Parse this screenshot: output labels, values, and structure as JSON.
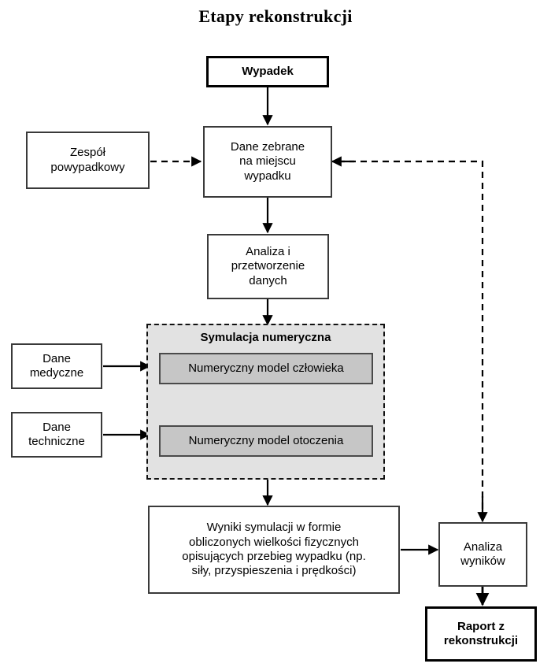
{
  "diagram": {
    "title": "Etapy rekonstrukcji",
    "nodes": {
      "wypadek": "Wypadek",
      "zespol": "Zespół\npowypadkowy",
      "dane_zebrane": "Dane zebrane\nna miejscu\nwypadku",
      "analiza_danych": "Analiza i\nprzetworzenie\ndanych",
      "symulacja_title": "Symulacja numeryczna",
      "model_czlowieka": "Numeryczny model człowieka",
      "model_otoczenia": "Numeryczny model otoczenia",
      "dane_medyczne": "Dane\nmedyczne",
      "dane_techniczne": "Dane\ntechniczne",
      "wyniki": "Wyniki symulacji w formie\nobliczonych wielkości fizycznych\nopisujących przebieg wypadku (np.\nsiły, przyspieszenia i prędkości)",
      "analiza_wynikow": "Analiza\nwyników",
      "raport": "Raport z\nrekonstrukcji"
    },
    "colors": {
      "group_fill": "#e2e2e2",
      "inner_fill": "#c6c6c6",
      "border": "#3a3a3a",
      "accent": "#000000"
    }
  },
  "chart_data": {
    "type": "diagram",
    "title": "Etapy rekonstrukcji",
    "nodes": [
      {
        "id": "wypadek",
        "label": "Wypadek",
        "style": "thick-bold"
      },
      {
        "id": "zespol",
        "label": "Zespół powypadkowy",
        "style": "plain"
      },
      {
        "id": "dane_zebrane",
        "label": "Dane zebrane na miejscu wypadku",
        "style": "plain"
      },
      {
        "id": "analiza_danych",
        "label": "Analiza i przetworzenie danych",
        "style": "plain"
      },
      {
        "id": "symulacja",
        "label": "Symulacja numeryczna",
        "style": "dashed-group"
      },
      {
        "id": "model_czlowieka",
        "label": "Numeryczny model człowieka",
        "style": "gray-fill"
      },
      {
        "id": "model_otoczenia",
        "label": "Numeryczny model otoczenia",
        "style": "gray-fill"
      },
      {
        "id": "dane_medyczne",
        "label": "Dane medyczne",
        "style": "plain"
      },
      {
        "id": "dane_techniczne",
        "label": "Dane techniczne",
        "style": "plain"
      },
      {
        "id": "wyniki",
        "label": "Wyniki symulacji w formie obliczonych wielkości fizycznych opisujących przebieg wypadku (np. siły, przyspieszenia i prędkości)",
        "style": "plain"
      },
      {
        "id": "analiza_wynikow",
        "label": "Analiza wyników",
        "style": "plain"
      },
      {
        "id": "raport",
        "label": "Raport z rekonstrukcji",
        "style": "thick-bold"
      }
    ],
    "edges": [
      {
        "from": "wypadek",
        "to": "dane_zebrane",
        "style": "solid",
        "arrow": "single"
      },
      {
        "from": "zespol",
        "to": "dane_zebrane",
        "style": "dashed",
        "arrow": "single"
      },
      {
        "from": "dane_zebrane",
        "to": "analiza_danych",
        "style": "solid",
        "arrow": "single"
      },
      {
        "from": "analiza_danych",
        "to": "symulacja",
        "style": "solid",
        "arrow": "single"
      },
      {
        "from": "dane_medyczne",
        "to": "symulacja",
        "style": "solid",
        "arrow": "single"
      },
      {
        "from": "dane_techniczne",
        "to": "symulacja",
        "style": "solid",
        "arrow": "single"
      },
      {
        "from": "model_czlowieka",
        "to": "model_otoczenia",
        "style": "solid",
        "arrow": "double"
      },
      {
        "from": "symulacja",
        "to": "wyniki",
        "style": "solid",
        "arrow": "single"
      },
      {
        "from": "wyniki",
        "to": "analiza_wynikow",
        "style": "solid",
        "arrow": "single"
      },
      {
        "from": "analiza_wynikow",
        "to": "raport",
        "style": "solid",
        "arrow": "single"
      },
      {
        "from": "analiza_wynikow",
        "to": "dane_zebrane",
        "style": "dashed",
        "arrow": "single",
        "note": "feedback loop routed right then up then left"
      }
    ]
  }
}
